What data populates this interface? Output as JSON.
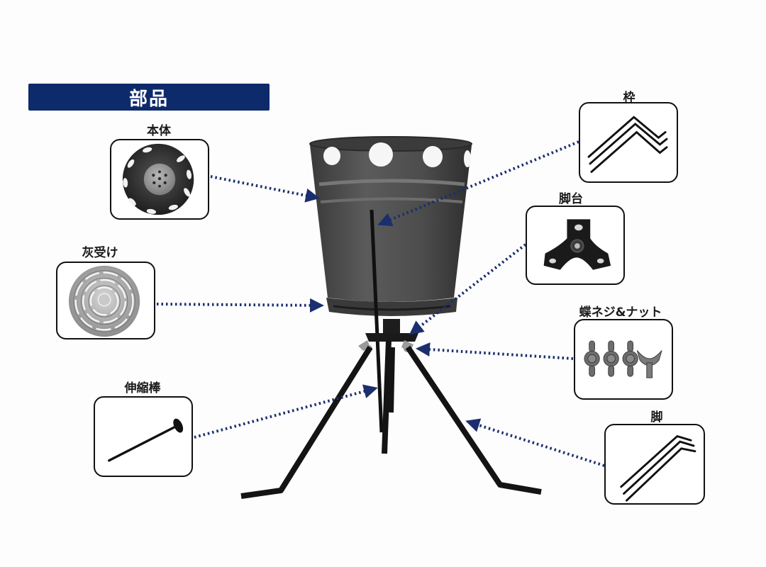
{
  "header": {
    "title": "部品"
  },
  "parts": [
    {
      "id": "body",
      "label": "本体",
      "icon": "bucket-top-view-icon"
    },
    {
      "id": "ash-tray",
      "label": "灰受け",
      "icon": "ash-tray-icon"
    },
    {
      "id": "telescopic-rod",
      "label": "伸縮棒",
      "icon": "rod-icon"
    },
    {
      "id": "frame",
      "label": "枠",
      "icon": "frame-wires-icon"
    },
    {
      "id": "leg-base",
      "label": "脚台",
      "icon": "tripod-hub-icon"
    },
    {
      "id": "wing-screws",
      "label": "蝶ネジ&ナット",
      "icon": "wing-nut-icon"
    },
    {
      "id": "legs",
      "label": "脚",
      "icon": "legs-wires-icon"
    }
  ],
  "colors": {
    "header_bg": "#0d2a6b",
    "leader": "#1b2f6e",
    "box_border": "#111111",
    "bucket": "#4a4a4a"
  }
}
